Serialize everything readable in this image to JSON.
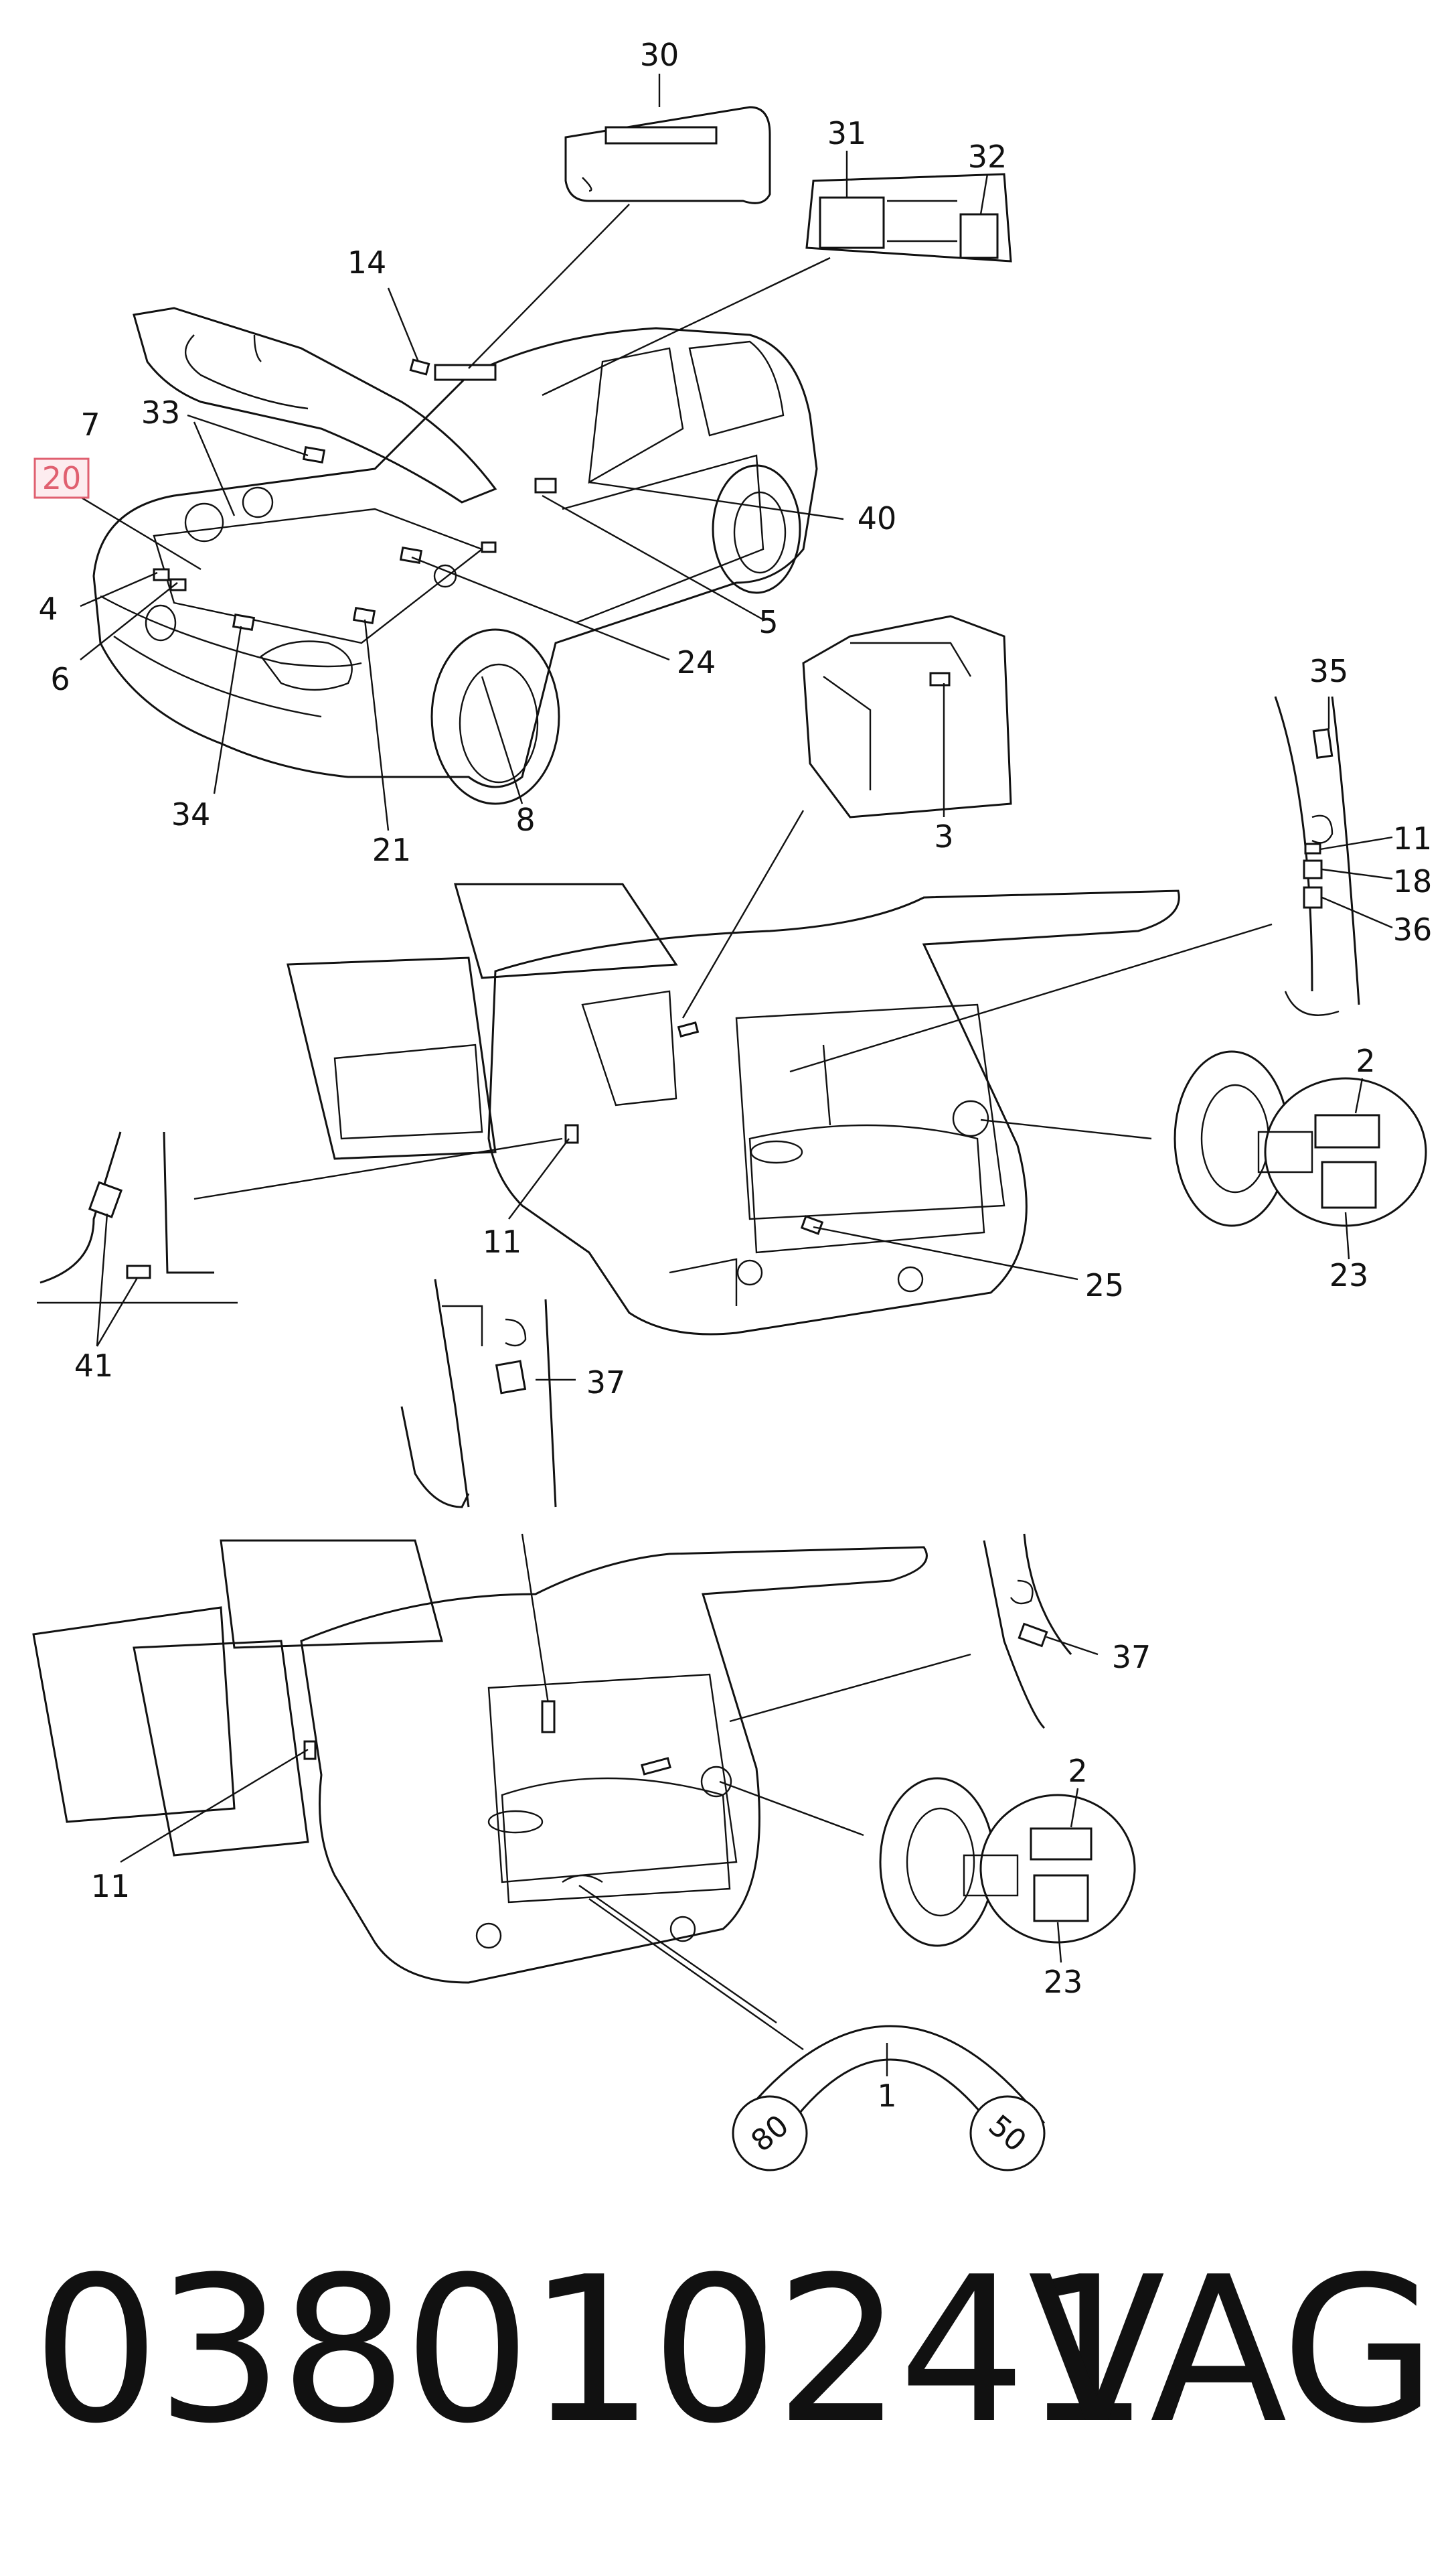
{
  "callouts": {
    "c30": "30",
    "c31": "31",
    "c32": "32",
    "c14": "14",
    "c7": "7",
    "c33": "33",
    "c20": "20",
    "c40": "40",
    "c4": "4",
    "c5": "5",
    "c6": "6",
    "c24": "24",
    "c34": "34",
    "c21": "21",
    "c8": "8",
    "c3": "3",
    "c35": "35",
    "c11a": "11",
    "c18": "18",
    "c36": "36",
    "c2a": "2",
    "c23a": "23",
    "c11b": "11",
    "c25": "25",
    "c41": "41",
    "c37a": "37",
    "c37b": "37",
    "c11c": "11",
    "c2b": "2",
    "c23b": "23",
    "c1": "1"
  },
  "dial": {
    "left": "80",
    "right": "50"
  },
  "highlight_color": "#e06070",
  "footer": {
    "part_number": "038010241",
    "brand": "VAG"
  }
}
